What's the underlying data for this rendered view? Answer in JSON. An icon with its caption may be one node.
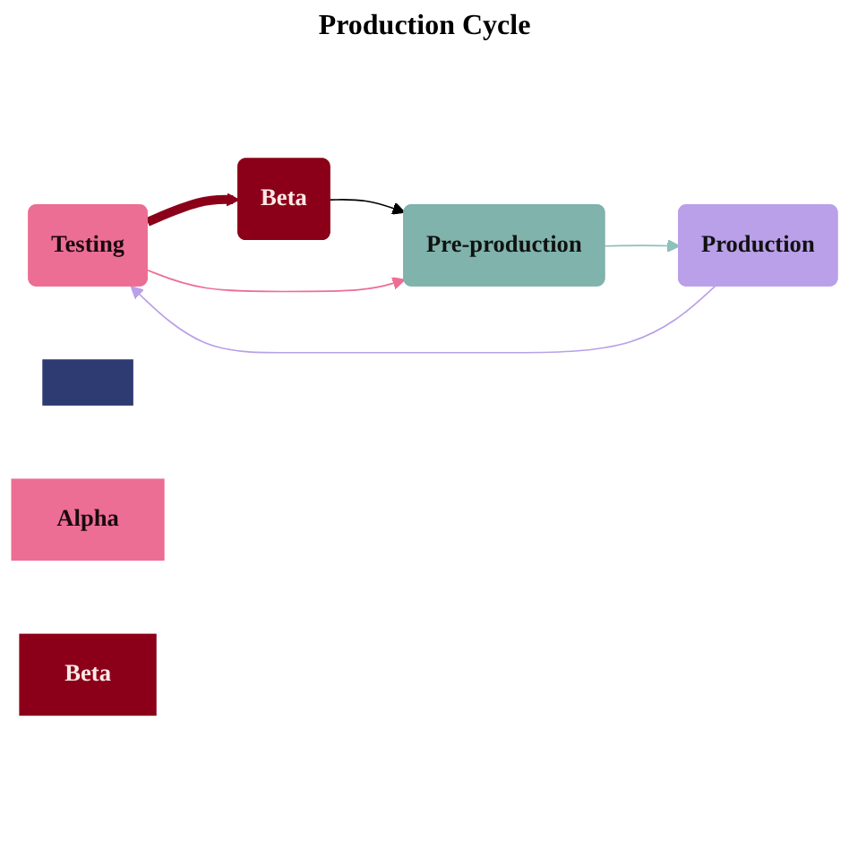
{
  "diagram": {
    "nodes": [
      {
        "text": [
          "Testing"
        ]
      },
      {
        "text": [
          "Beta"
        ]
      },
      {
        "text": [
          "Pre-production"
        ]
      },
      {
        "text": [
          "Production"
        ]
      },
      {
        "text": [],
        "shape": "bar"
      },
      {
        "text": [
          "Alpha"
        ]
      },
      {
        "text": [
          "Beta"
        ]
      }
    ],
    "edges": [
      {
        "from": 0,
        "to": 1,
        "arrow": "to",
        "style": "thick",
        "color": "#8b0018"
      },
      {
        "from": 1,
        "to": 2,
        "arrow": "to",
        "color": "#000000"
      },
      {
        "from": 0,
        "to": 2,
        "arrow": "to",
        "color": "#ec6e94"
      },
      {
        "from": 2,
        "to": 3,
        "arrow": "to",
        "color": "#8fc0ba"
      },
      {
        "from": 3,
        "to": 0,
        "arrow": "to",
        "color": "#b9a0e8"
      }
    ],
    "labels": [
      "Production Cycle"
    ]
  }
}
